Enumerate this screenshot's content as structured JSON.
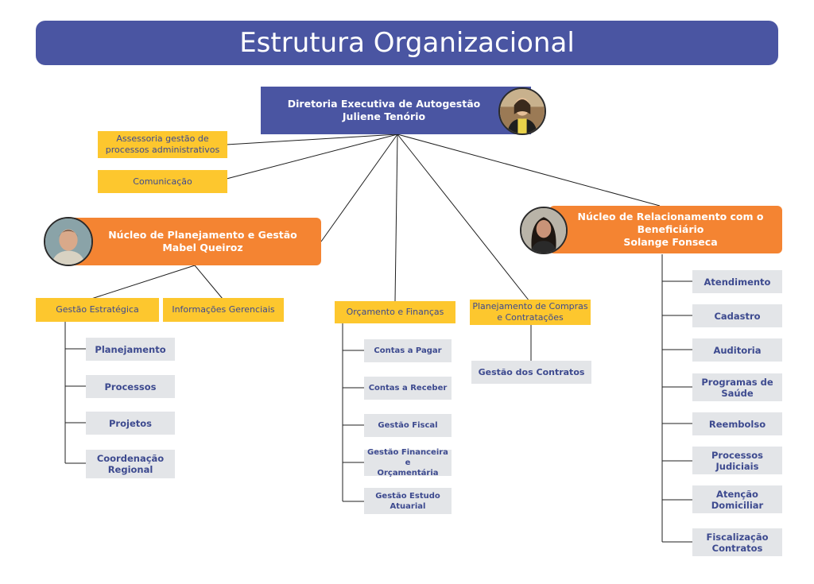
{
  "title": "Estrutura Organizacional",
  "executive": {
    "line1": "Diretoria Executiva de Autogestão",
    "line2": "Juliene Tenório"
  },
  "staff": [
    {
      "label": "Assessoria gestão de\nprocessos administrativos"
    },
    {
      "label": "Comunicação"
    }
  ],
  "nucleus_planning": {
    "line1": "Núcleo de Planejamento e  Gestão",
    "line2": "Mabel Queiroz",
    "departments": [
      {
        "label": "Gestão Estratégica",
        "items": [
          "Planejamento",
          "Processos",
          "Projetos",
          "Coordenação\nRegional"
        ]
      },
      {
        "label": "Informações Gerenciais",
        "items": []
      }
    ]
  },
  "finance": {
    "label": "Orçamento e Finanças",
    "items": [
      "Contas a Pagar",
      "Contas a Receber",
      "Gestão Fiscal",
      "Gestão Financeira e\nOrçamentária",
      "Gestão Estudo\nAtuarial"
    ]
  },
  "purchasing": {
    "label": "Planejamento de Compras\ne Contratações",
    "items": [
      "Gestão dos Contratos"
    ]
  },
  "nucleus_relationship": {
    "line1": "Núcleo de Relacionamento  com o\nBeneficiário",
    "line2": "Solange Fonseca",
    "items": [
      "Atendimento",
      "Cadastro",
      "Auditoria",
      "Programas de\nSaúde",
      "Reembolso",
      "Processos\nJudiciais",
      "Atenção\nDomiciliar",
      "Fiscalização\nContratos"
    ]
  },
  "colors": {
    "navy": "#4a55a2",
    "orange": "#f48432",
    "yellow": "#fdc72e",
    "gray": "#e3e5e8",
    "text_blue": "#3d4a8f"
  },
  "icons": {
    "executive_photo": "person-photo",
    "planning_photo": "person-photo",
    "relationship_photo": "person-photo"
  }
}
